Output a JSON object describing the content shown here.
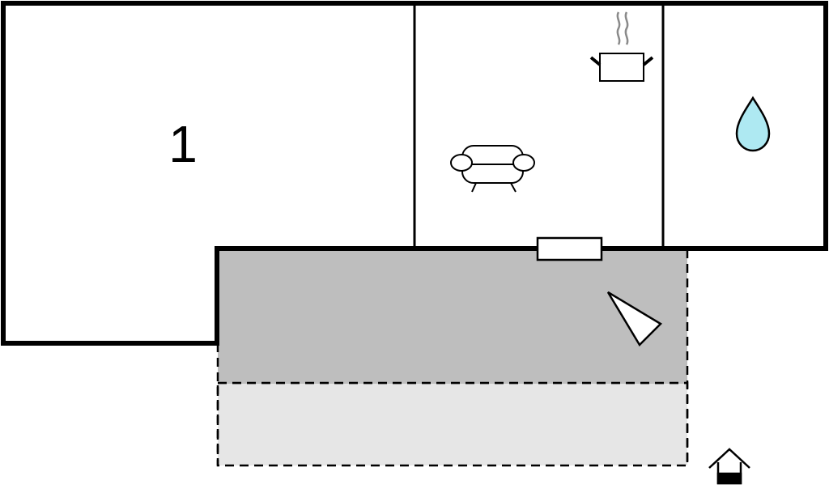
{
  "floor_plan": {
    "rooms": [
      {
        "id": "bedroom",
        "label": "1",
        "icon": "bed-number-label"
      },
      {
        "id": "living-kitchen",
        "label": "",
        "icons": [
          "cooking-pot-icon",
          "sofa-icon"
        ]
      },
      {
        "id": "bathroom",
        "label": "",
        "icon": "water-drop-icon"
      }
    ],
    "terrace": {
      "style": "covered-terrace",
      "extension": "uncovered-terrace"
    },
    "icons": [
      "door-icon",
      "window-opening-icon",
      "view-direction-icon",
      "house-entrance-icon"
    ],
    "colors": {
      "wall": "#000000",
      "covered_terrace": "#bebebe",
      "open_terrace": "#e6e6e6",
      "water": "#aee9f2",
      "steam": "#8a8a8a"
    }
  }
}
